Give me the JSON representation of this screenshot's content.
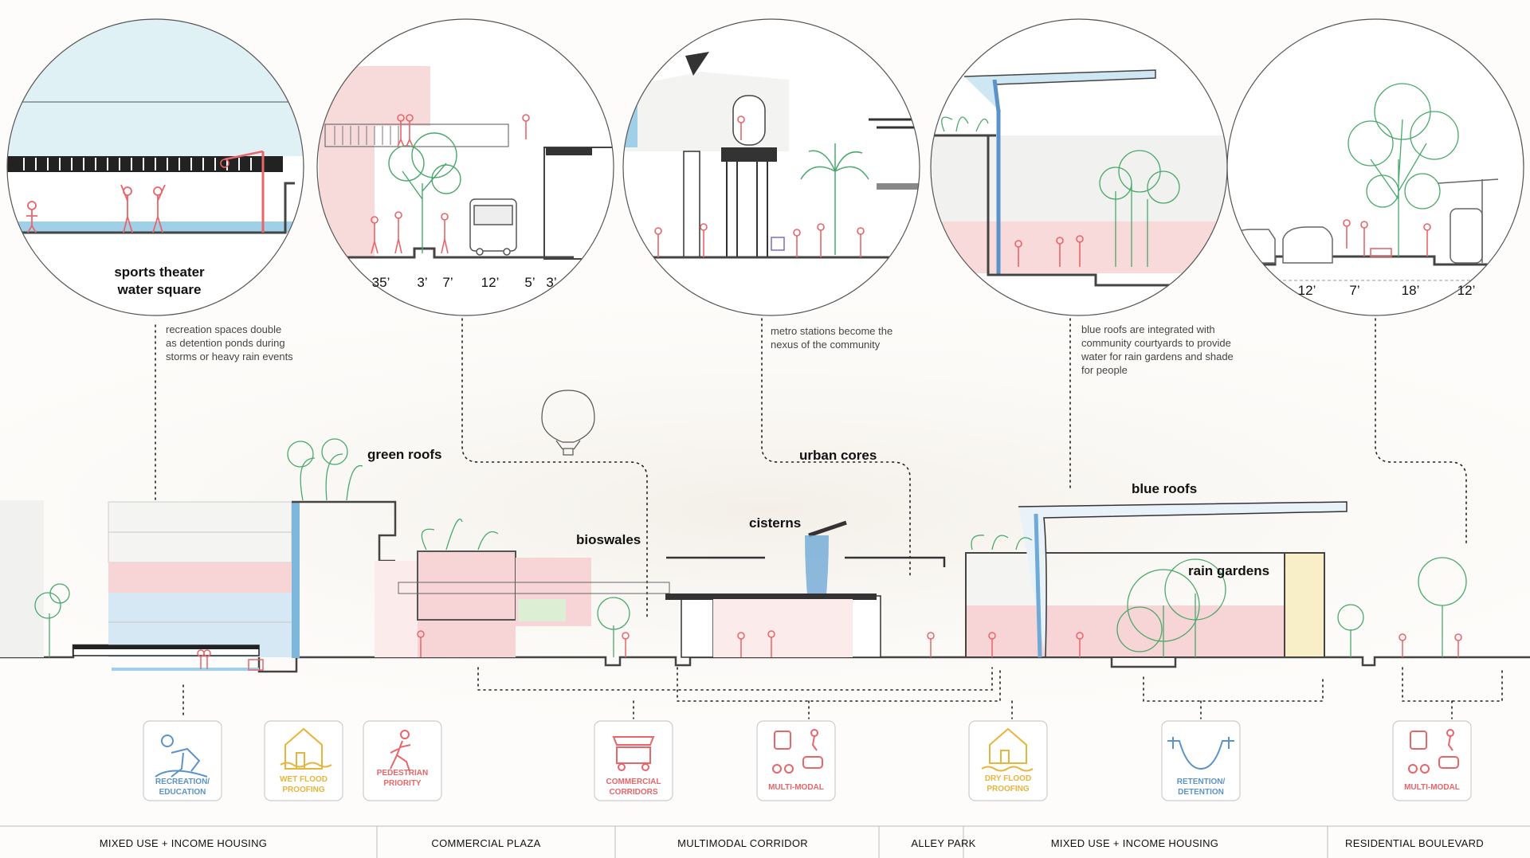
{
  "colors": {
    "blue": "#5b93c9",
    "pink": "#e8656a",
    "yellow": "#e7b53b",
    "green": "#4aa86b",
    "ink": "#333333"
  },
  "labels": {
    "green_roofs": "green roofs",
    "bioswales": "bioswales",
    "urban_cores": "urban cores",
    "cisterns": "cisterns",
    "blue_roofs": "blue roofs",
    "rain_gardens": "rain gardens"
  },
  "circles": {
    "c1": {
      "title_1": "sports theater",
      "title_2": "water square"
    },
    "c2": {
      "dims": [
        "35’",
        "3’",
        "7’",
        "12’",
        "5’",
        "3’"
      ]
    },
    "c5": {
      "dims": [
        "12’",
        "7’",
        "18’",
        "12’"
      ]
    }
  },
  "notes": {
    "n1": [
      "recreation spaces double",
      "as detention ponds during",
      "storms or heavy rain events"
    ],
    "n3": [
      "metro stations become the",
      "nexus of the community"
    ],
    "n4": [
      "blue roofs are integrated with",
      "community courtyards to provide",
      "water for rain gardens and shade",
      "for people"
    ]
  },
  "icons": [
    {
      "name": "recreation-icon",
      "lines": [
        "RECREATION/",
        "EDUCATION"
      ],
      "color": "blue"
    },
    {
      "name": "wet-flood-proofing-icon",
      "lines": [
        "WET FLOOD",
        "PROOFING"
      ],
      "color": "yellow"
    },
    {
      "name": "pedestrian-priority-icon",
      "lines": [
        "PEDESTRIAN",
        "PRIORITY"
      ],
      "color": "pink"
    },
    {
      "name": "commercial-corridors-icon",
      "lines": [
        "COMMERCIAL",
        "CORRIDORS"
      ],
      "color": "pink"
    },
    {
      "name": "multi-modal-icon",
      "lines": [
        "MULTI-MODAL"
      ],
      "color": "pink"
    },
    {
      "name": "dry-flood-proofing-icon",
      "lines": [
        "DRY FLOOD",
        "PROOFING"
      ],
      "color": "yellow"
    },
    {
      "name": "retention-detention-icon",
      "lines": [
        "RETENTION/",
        "DETENTION"
      ],
      "color": "blue"
    },
    {
      "name": "multi-modal-icon",
      "lines": [
        "MULTI-MODAL"
      ],
      "color": "pink"
    }
  ],
  "zones": [
    "MIXED USE + INCOME HOUSING",
    "COMMERCIAL PLAZA",
    "MULTIMODAL CORRIDOR",
    "ALLEY PARK",
    "MIXED USE + INCOME HOUSING",
    "RESIDENTIAL BOULEVARD"
  ]
}
